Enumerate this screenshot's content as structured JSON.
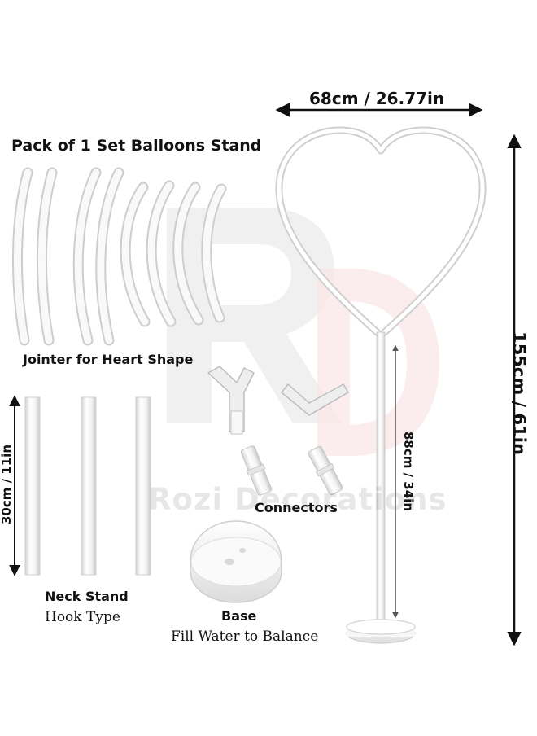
{
  "watermark": {
    "mark_letters": "RD",
    "brand_text": "Rozi Decorations",
    "mark_colors": [
      "#dedede",
      "#f4c9c9"
    ]
  },
  "header": {
    "pack_title": "Pack of 1 Set Balloons Stand"
  },
  "dimensions": {
    "width_label": "68cm / 26.77in",
    "height_label": "155cm / 61in",
    "pole_label": "88cm / 34in",
    "neck_label": "30cm / 11in"
  },
  "parts": {
    "jointer_label": "Jointer for Heart Shape",
    "connectors_label": "Connectors",
    "neck_title": "Neck Stand",
    "neck_subtitle": "Hook Type",
    "base_title": "Base",
    "base_subtitle": "Fill Water to Balance"
  },
  "colors": {
    "part_fill": "#f6f6f6",
    "part_edge": "#c9c9c9",
    "arrow": "#111111"
  }
}
